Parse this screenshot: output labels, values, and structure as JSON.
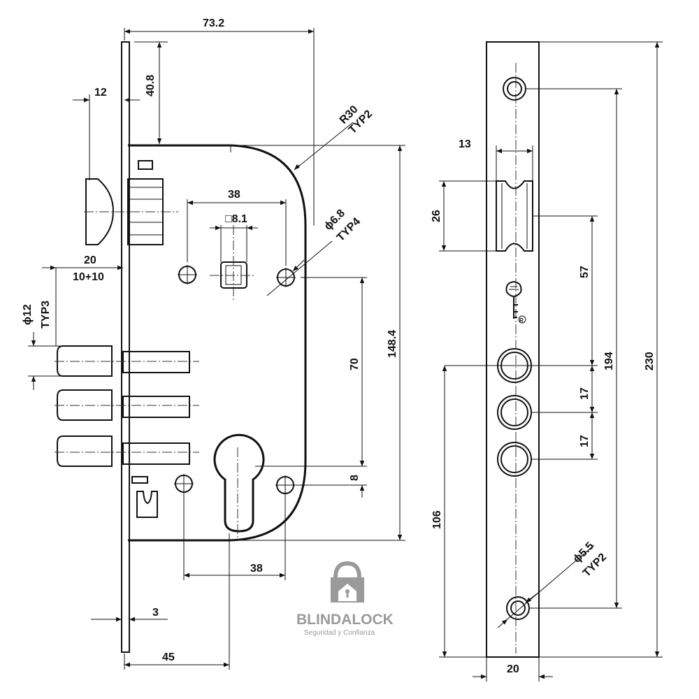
{
  "side_view": {
    "dims": {
      "overall_depth": "73.2",
      "top_offset": "40.8",
      "latch_projection": "12",
      "corner_radius": "R30",
      "corner_radius_typ": "TYP2",
      "hole_pitch_top": "38",
      "square_spindle": "□8.1",
      "hole_diameter": "ϕ6.8",
      "hole_diameter_typ": "TYP4",
      "bolt_projection": "20",
      "bolt_projection_split": "10+10",
      "bolt_diameter": "ϕ12",
      "bolt_diameter_typ": "TYP3",
      "spindle_to_cylinder": "70",
      "case_height": "148.4",
      "cylinder_offset": "8",
      "hole_pitch_bottom": "38",
      "faceplate_thickness": "3",
      "backset": "45"
    }
  },
  "front_view": {
    "dims": {
      "latch_width": "13",
      "latch_height": "26",
      "latch_to_bolt": "57",
      "bolt_pitch_1": "17",
      "bolt_pitch_2": "17",
      "screw_pitch": "194",
      "overall_length": "230",
      "bottom_to_bolt": "106",
      "screw_hole": "ϕ5.5",
      "screw_hole_typ": "TYP2",
      "faceplate_width": "20"
    }
  },
  "watermark": {
    "name": "BLINDALOCK",
    "tagline": "Seguridad y Confianza"
  }
}
